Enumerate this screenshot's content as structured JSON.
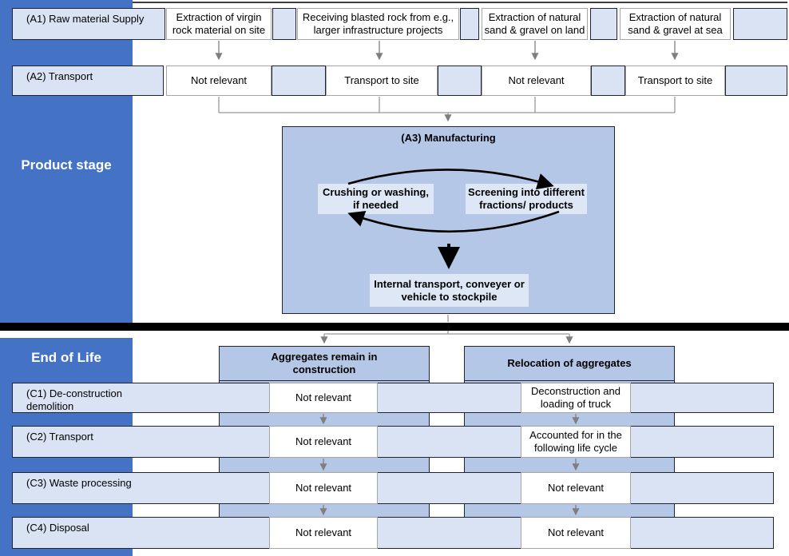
{
  "sidebar": {
    "product_stage": "Product stage",
    "end_of_life": "End of Life"
  },
  "product_stage": {
    "a1": {
      "label": "(A1) Raw material Supply",
      "options": [
        "Extraction of virgin rock material on site",
        "Receiving blasted rock from e.g., larger infrastructure projects",
        "Extraction of natural sand & gravel on land",
        "Extraction of natural sand & gravel at sea"
      ]
    },
    "a2": {
      "label": "(A2) Transport",
      "options": [
        "Not relevant",
        "Transport to site",
        "Not relevant",
        "Transport to site"
      ]
    },
    "a3": {
      "title": "(A3) Manufacturing",
      "crushing": "Crushing or washing, if needed",
      "screening": "Screening into different fractions/ products",
      "internal_transport": "Internal transport, conveyer or vehicle to stockpile"
    }
  },
  "end_of_life": {
    "columns": [
      "Aggregates remain in construction",
      "Relocation of aggregates"
    ],
    "rows": [
      {
        "label": "(C1) De-construction demolition",
        "cells": [
          "Not relevant",
          "Deconstruction and loading of truck"
        ]
      },
      {
        "label": "(C2) Transport",
        "cells": [
          "Not relevant",
          "Accounted for in the following life cycle"
        ]
      },
      {
        "label": "(C3) Waste processing",
        "cells": [
          "Not relevant",
          "Not relevant"
        ]
      },
      {
        "label": "(C4) Disposal",
        "cells": [
          "Not relevant",
          "Not relevant"
        ]
      }
    ]
  },
  "colors": {
    "brand_blue": "#4472C4",
    "light_blue": "#DAE3F3",
    "medium_blue": "#B4C7E7",
    "pale_blue": "#DEE7F5",
    "dark_border": "#1F2430",
    "gray_border": "#A6A6A6",
    "line_gray": "#7F7F7F",
    "divider_black": "#000000"
  }
}
